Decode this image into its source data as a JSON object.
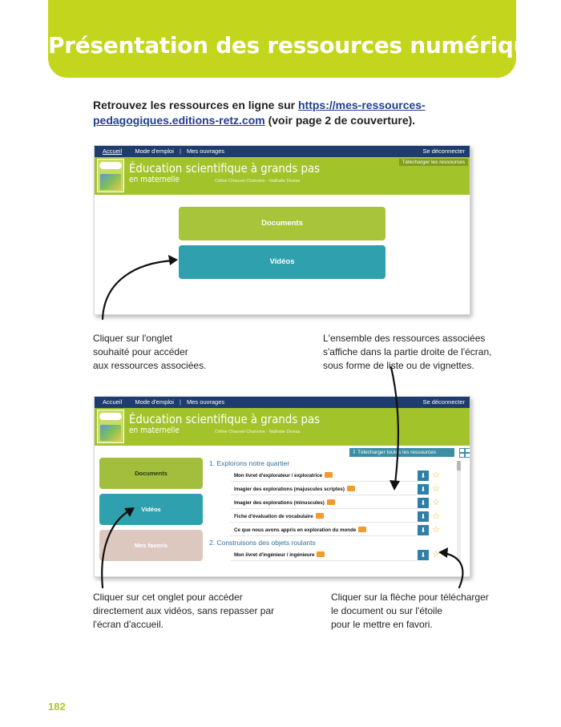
{
  "page": {
    "title": "Présentation des ressources numériques",
    "intro_before": "Retrouvez les ressources en ligne sur ",
    "intro_link": "https://mes-ressources-pedagogiques.editions-retz.com",
    "intro_after": " (voir page 2 de couverture).",
    "page_number": "182"
  },
  "navbar": {
    "accueil": "Accueil",
    "mode_emploi": "Mode d'emploi",
    "mes_ouvrages": "Mes ouvrages",
    "separator": "|",
    "logout": "Se déconnecter"
  },
  "header": {
    "title": "Éducation scientifique à grands pas",
    "subtitle": "en maternelle",
    "authors": "Céline Chauvet-Chanoine · Nathalie Desias",
    "download_resources": "Télécharger les ressources"
  },
  "screen1": {
    "documents_button": "Documents",
    "videos_button": "Vidéos"
  },
  "screen2": {
    "documents_tab": "Documents",
    "videos_tab": "Vidéos",
    "favorites_tab": "Mes favoris",
    "download_all": "Télécharger toutes les ressources",
    "sections": [
      {
        "title": "1. Explorons notre quartier",
        "items": [
          "Mon livret d'explorateur / exploratrice",
          "Imagier des explorations (majuscules scriptes)",
          "Imagier des explorations (minuscules)",
          "Fiche d'évaluation de vocabulaire",
          "Ce que nous avons appris en exploration du monde"
        ]
      },
      {
        "title": "2. Construisons des objets roulants",
        "items": [
          "Mon livret d'ingénieur / ingénieure"
        ]
      }
    ]
  },
  "captions": {
    "tab_click": [
      "Cliquer sur l'onglet",
      "souhaité pour accéder",
      "aux ressources associées."
    ],
    "resources_display": [
      "L'ensemble des ressources associées",
      "s'affiche dans la partie droite de l'écran,",
      "sous forme de liste ou de vignettes."
    ],
    "videos_click": [
      "Cliquer sur cet onglet pour accéder",
      "directement aux vidéos, sans repasser par",
      "l'écran d'accueil."
    ],
    "download_click": [
      "Cliquer sur la flèche pour télécharger",
      "le document ou sur l'étoile",
      "pour le mettre en favori."
    ]
  },
  "icons": {
    "download": "download-arrow-icon",
    "favorite": "star-outline-icon",
    "file": "pdf-file-icon",
    "view_toggle": "grid-view-icon"
  },
  "colors": {
    "banner": "#c3d51c",
    "navbar": "#1e3d6e",
    "app_green": "#a2c32a",
    "teal": "#2fa0ad",
    "favorites": "#dcc8bf",
    "link": "#1f3f8f"
  }
}
